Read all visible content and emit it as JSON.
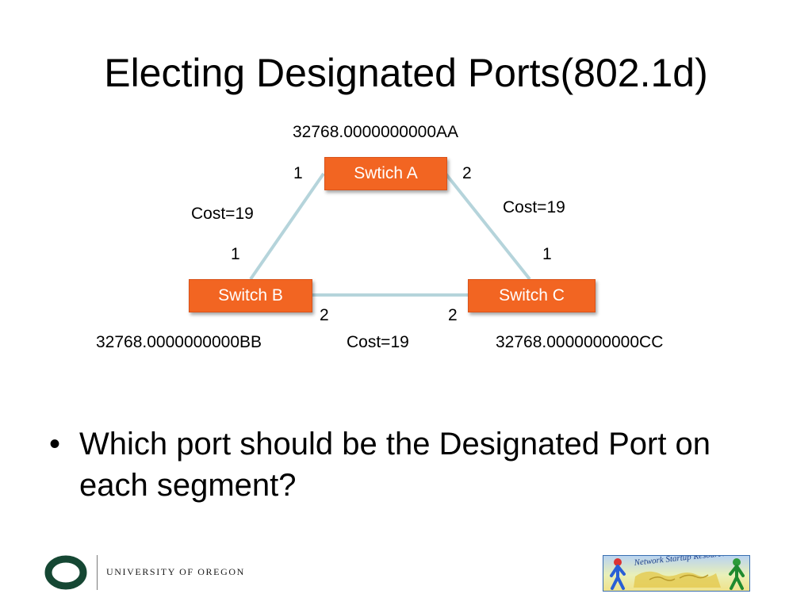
{
  "slide": {
    "title": "Electing Designated Ports(802.1d)",
    "bullets": [
      "Which port should be the Designated Port on each segment?"
    ],
    "bullet_marker": "•"
  },
  "diagram": {
    "link_color": "#b5d4db",
    "switch_color": "#f26522",
    "switches": [
      {
        "id": "A",
        "label": "Swtich A",
        "bridge_id": "32768.0000000000AA"
      },
      {
        "id": "B",
        "label": "Switch B",
        "bridge_id": "32768.0000000000BB"
      },
      {
        "id": "C",
        "label": "Switch C",
        "bridge_id": "32768.0000000000CC"
      }
    ],
    "links": [
      {
        "from": "A",
        "to": "B",
        "cost": "Cost=19",
        "from_port": "1",
        "to_port": "1"
      },
      {
        "from": "A",
        "to": "C",
        "cost": "Cost=19",
        "from_port": "2",
        "to_port": "1"
      },
      {
        "from": "B",
        "to": "C",
        "cost": "Cost=19",
        "from_port": "2",
        "to_port": "2"
      }
    ]
  },
  "footer": {
    "university": "UNIVERSITY OF OREGON",
    "university_color": "#154733",
    "partner_logo_text": "Network Startup Resource Center"
  }
}
